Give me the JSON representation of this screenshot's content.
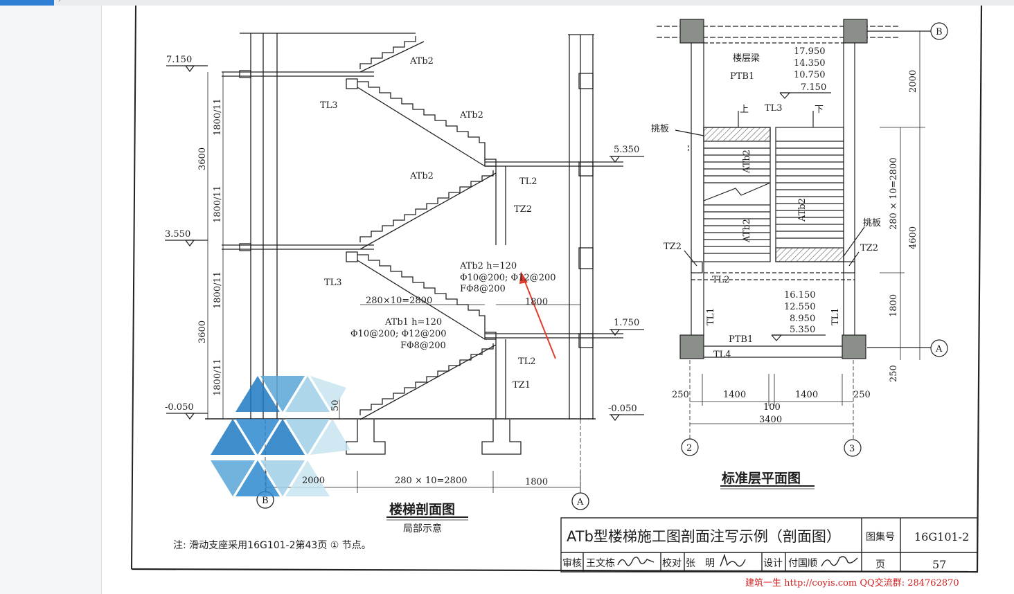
{
  "viewer": {
    "tab_label": "",
    "colors": {
      "tab": "#2f7fd6",
      "sidebar": "#f4f5f7",
      "arrow": "#e03c2c"
    }
  },
  "section": {
    "levels": [
      "7.150",
      "5.350",
      "3.550",
      "1.750",
      "-0.050",
      "-0.050"
    ],
    "beams": {
      "tl2a": "TL2",
      "tl2b": "TL2",
      "tl3a": "TL3",
      "tl3b": "TL3"
    },
    "columns": {
      "tz2": "TZ2",
      "tz1": "TZ1"
    },
    "flights": {
      "a1": "ATb2",
      "a2": "ATb2",
      "a3": "ATb2"
    },
    "atb2_spec": {
      "line1": "ATb2  h=120",
      "line2": "Φ10@200; Φ12@200",
      "line3": "FΦ8@200"
    },
    "atb1_spec": {
      "line1": "ATb1  h=120",
      "line2": "Φ10@200; Φ12@200",
      "line3": "FΦ8@200"
    },
    "dims_vertical": [
      "1800/11",
      "1800/11",
      "1800/11",
      "1800/11",
      "3600",
      "3600",
      "50"
    ],
    "dims_inner": {
      "run": "280×10=2800",
      "land": "1800"
    },
    "dims_bottom": [
      "2000",
      "280 × 10=2800",
      "1800"
    ],
    "axes": {
      "b": "B",
      "a": "A"
    },
    "title": "楼梯剖面图",
    "subtitle": "局部示意",
    "note": "注: 滑动支座采用16G101-2第43页 ① 节点。"
  },
  "plan": {
    "floor_beam": "楼层梁",
    "ptb1_top": "PTB1",
    "levels_top": [
      "17.950",
      "14.350",
      "10.750",
      "7.150"
    ],
    "tl3": "TL3",
    "up": "上",
    "down": "下",
    "cantilever_left": "挑板",
    "cantilever_right": "挑板",
    "flights": {
      "l1": "ATb2",
      "l2": "ATb2",
      "r": "ATb2"
    },
    "tz2_left": "TZ2",
    "tz2_right": "TZ2",
    "tl2": "TL2",
    "levels_bottom": [
      "16.150",
      "12.550",
      "8.950",
      "5.350"
    ],
    "tl1_left": "TL1",
    "tl1_right": "TL1",
    "ptb1_bottom": "PTB1",
    "tl4": "TL4",
    "dims_right": [
      "2000",
      "280 × 10=2800",
      "4600",
      "1800",
      "250"
    ],
    "dims_bottom": [
      "250",
      "1400",
      "100",
      "1400",
      "250",
      "3400"
    ],
    "axes": {
      "b": "B",
      "a": "A",
      "two": "2",
      "three": "3"
    },
    "title": "标准层平面图"
  },
  "title_block": {
    "main": "ATb型楼梯施工图剖面注写示例（剖面图）",
    "atlas_label": "图集号",
    "atlas_no": "16G101-2",
    "reviewer_label": "审核",
    "reviewer": "王文栋",
    "checker_label": "校对",
    "checker": "张　明",
    "designer_label": "设计",
    "designer": "付国顺",
    "page_label": "页",
    "page_no": "57"
  },
  "watermark": "建筑一生 http://coyis.com QQ交流群: 284762870"
}
